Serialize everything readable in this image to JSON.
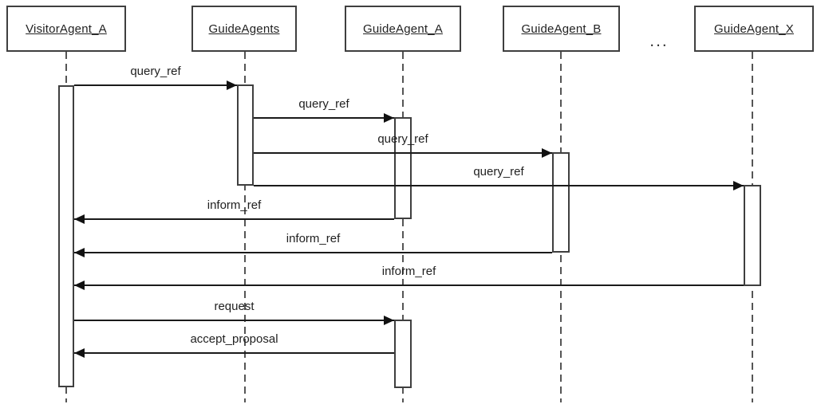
{
  "diagram_type": "uml-sequence-diagram",
  "lifelines": [
    {
      "name": "VisitorAgent_A"
    },
    {
      "name": "GuideAgents"
    },
    {
      "name": "GuideAgent_A"
    },
    {
      "name": "GuideAgent_B"
    },
    {
      "name": "GuideAgent_X"
    }
  ],
  "ellipsis": "...",
  "messages": [
    {
      "label": "query_ref",
      "from": "VisitorAgent_A",
      "to": "GuideAgents"
    },
    {
      "label": "query_ref",
      "from": "GuideAgents",
      "to": "GuideAgent_A"
    },
    {
      "label": "query_ref",
      "from": "GuideAgents",
      "to": "GuideAgent_B"
    },
    {
      "label": "query_ref",
      "from": "GuideAgents",
      "to": "GuideAgent_X"
    },
    {
      "label": "inform_ref",
      "from": "GuideAgent_A",
      "to": "VisitorAgent_A"
    },
    {
      "label": "inform_ref",
      "from": "GuideAgent_B",
      "to": "VisitorAgent_A"
    },
    {
      "label": "inform_ref",
      "from": "GuideAgent_X",
      "to": "VisitorAgent_A"
    },
    {
      "label": "request",
      "from": "VisitorAgent_A",
      "to": "GuideAgent_A"
    },
    {
      "label": "accept_proposal",
      "from": "GuideAgent_A",
      "to": "VisitorAgent_A"
    }
  ],
  "colors": {
    "background": "#ffffff",
    "line": "#1a1a1a",
    "border": "#3f3f3f",
    "text": "#1f1f1f"
  }
}
